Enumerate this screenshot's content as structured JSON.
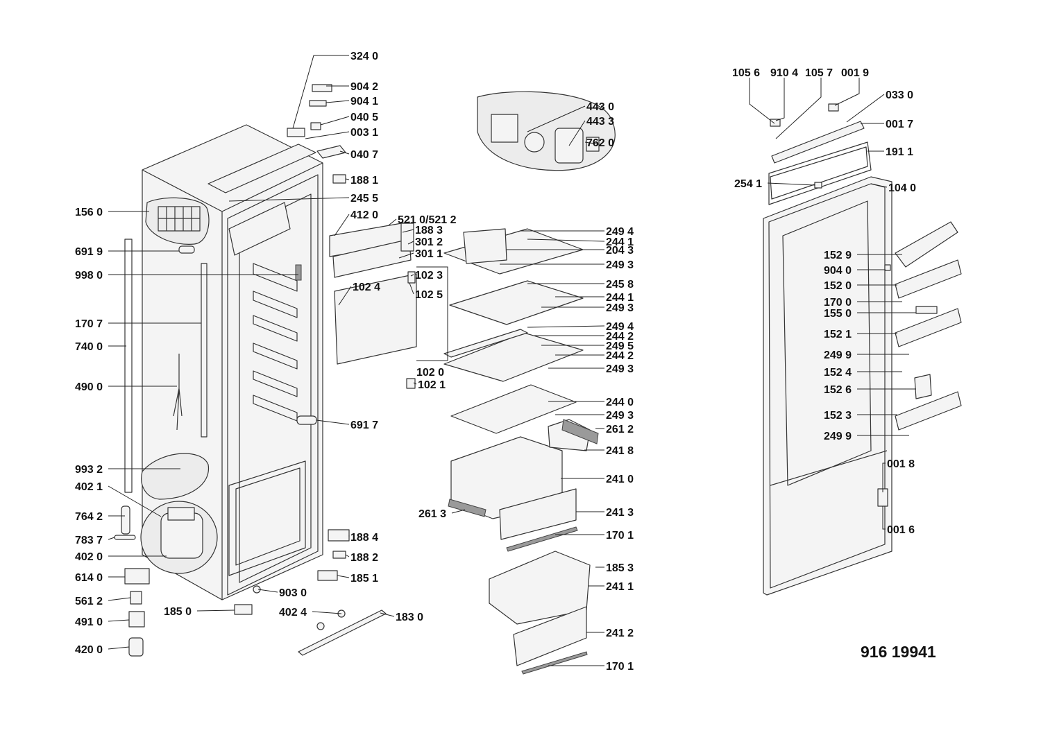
{
  "model_number": "916 19941",
  "labels": [
    "324 0",
    "904 2",
    "904 1",
    "040 5",
    "003 1",
    "040 7",
    "188 1",
    "245 5",
    "156 0",
    "691 9",
    "998 0",
    "170 7",
    "740 0",
    "490 0",
    "691 7",
    "993 2",
    "402 1",
    "764 2",
    "783 7",
    "402 0",
    "614 0",
    "561 2",
    "491 0",
    "420 0",
    "903 0",
    "185 0",
    "402 4",
    "183 0",
    "188 4",
    "188 2",
    "185 1",
    "412 0",
    "521 0/521 2",
    "188 3",
    "301 2",
    "301 1",
    "102 3",
    "102 4",
    "102 5",
    "102 0",
    "102 1",
    "443 0",
    "443 3",
    "762 0",
    "249 4",
    "244 1",
    "204 3",
    "249 3",
    "245 8",
    "244 1",
    "249 3",
    "249 4",
    "244 2",
    "249 5",
    "244 2",
    "249 3",
    "244 0",
    "249 3",
    "261 2",
    "241 8",
    "241 0",
    "261 3",
    "241 3",
    "170 1",
    "185 3",
    "241 1",
    "241 2",
    "170 1",
    "105 6",
    "910 4",
    "105 7",
    "001 9",
    "033 0",
    "001 7",
    "191 1",
    "254 1",
    "104 0",
    "152 9",
    "904 0",
    "152 0",
    "170 0",
    "155 0",
    "152 1",
    "249 9",
    "152 4",
    "152 6",
    "152 3",
    "249 9",
    "001 8",
    "001 6"
  ]
}
